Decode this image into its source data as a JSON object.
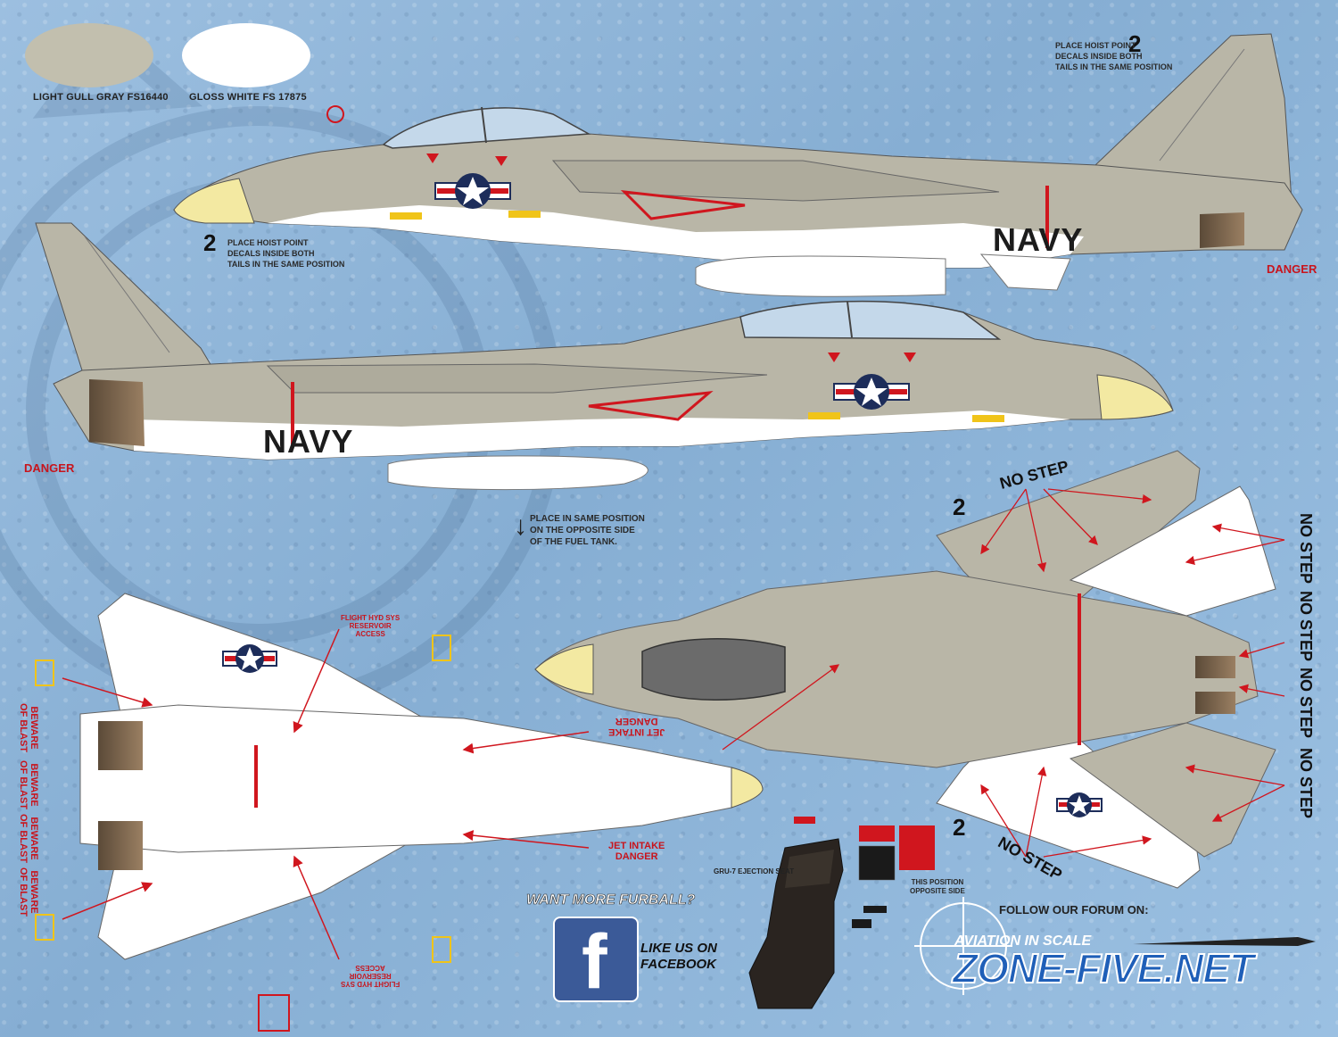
{
  "swatches": [
    {
      "label": "LIGHT GULL GRAY FS16440",
      "color": "#c2bfae"
    },
    {
      "label": "GLOSS WHITE FS 17875",
      "color": "#ffffff"
    }
  ],
  "colors": {
    "gray": "#b9b6a7",
    "white": "#ffffff",
    "nose": "#f3e9a2",
    "red": "#d0161e",
    "dark": "#3a3a3a",
    "canopy": "#c4d8ea",
    "roundel_blue": "#1d2d5a"
  },
  "hoist_note_top": {
    "number": "2",
    "line1": "PLACE HOIST POINT",
    "line2": "DECALS INSIDE BOTH",
    "line3": "TAILS IN THE SAME POSITION"
  },
  "hoist_note_left": {
    "number": "2",
    "line1": "PLACE HOIST POINT",
    "line2": "DECALS INSIDE BOTH",
    "line3": "TAILS IN THE SAME POSITION"
  },
  "side_text": {
    "navy": "NAVY",
    "danger": "DANGER"
  },
  "tank_note": {
    "line1": "PLACE IN SAME POSITION",
    "line2": "ON THE OPPOSITE SIDE",
    "line3": "OF THE FUEL TANK."
  },
  "bottom_labels": {
    "hyd1_line1": "FLIGHT HYD SYS",
    "hyd1_line2": "RESERVOIR",
    "hyd1_line3": "ACCESS",
    "hyd2_line1": "FLIGHT HYD SYS",
    "hyd2_line2": "RESERVOIR",
    "hyd2_line3": "ACCESS",
    "beware1": "BEWARE",
    "beware2": "OF BLAST",
    "jet_intake1": "JET INTAKE",
    "jet_intake2": "DANGER"
  },
  "top_view": {
    "no_step": "NO STEP",
    "number": "2"
  },
  "seat_label": "GRU-7 EJECTION SEAT",
  "seat_note": {
    "line1": "THIS POSITION",
    "line2": "OPPOSITE SIDE"
  },
  "promo": {
    "want_more": "WANT MORE FURBALL?",
    "like1": "LIKE US ON",
    "like2": "FACEBOOK",
    "fb_letter": "f"
  },
  "forum": {
    "follow": "FOLLOW OUR FORUM ON:",
    "tagline": "AVIATION IN SCALE",
    "site": "ZONE-FIVE.NET"
  }
}
